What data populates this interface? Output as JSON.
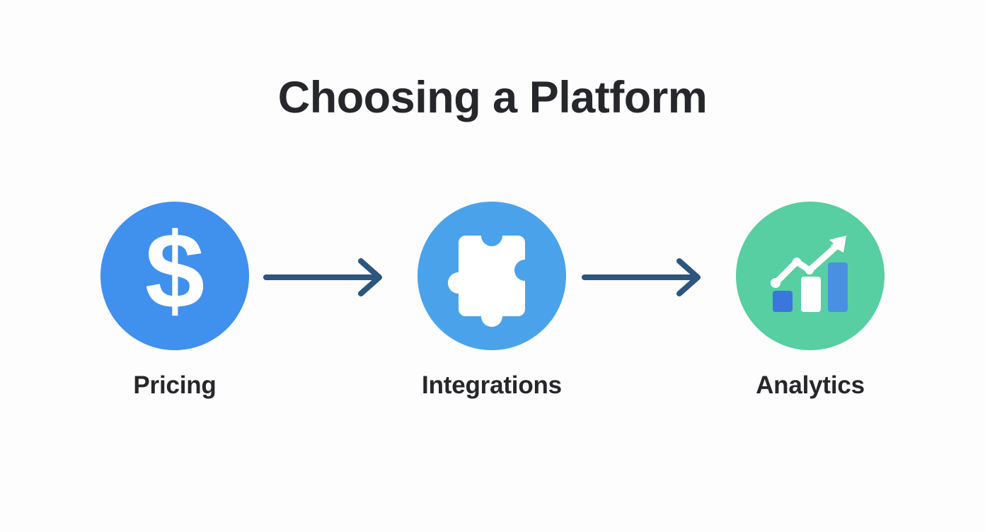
{
  "page": {
    "title": "Choosing a Platform",
    "background_color": "#fdfdfd",
    "title_color": "#26272b"
  },
  "flow": {
    "type": "horizontal-process-flow",
    "connector_color": "#2c5580",
    "steps": [
      {
        "id": "pricing",
        "label": "Pricing",
        "icon": "dollar-sign-icon",
        "circle_color": "#4090ee",
        "icon_color": "#ffffff"
      },
      {
        "id": "integrations",
        "label": "Integrations",
        "icon": "puzzle-piece-icon",
        "circle_color": "#4aa3ea",
        "icon_color": "#ffffff"
      },
      {
        "id": "analytics",
        "label": "Analytics",
        "icon": "growth-chart-icon",
        "circle_color": "#57cfa2",
        "icon_color": "#ffffff",
        "bar_colors": [
          "#3b75de",
          "#ffffff",
          "#4a90e2"
        ]
      }
    ],
    "connectors": [
      {
        "id": "arrow-pricing-to-integrations",
        "from": "pricing",
        "to": "integrations",
        "glyph": "arrow-right-icon"
      },
      {
        "id": "arrow-integrations-to-analytics",
        "from": "integrations",
        "to": "analytics",
        "glyph": "arrow-right-icon"
      }
    ]
  }
}
